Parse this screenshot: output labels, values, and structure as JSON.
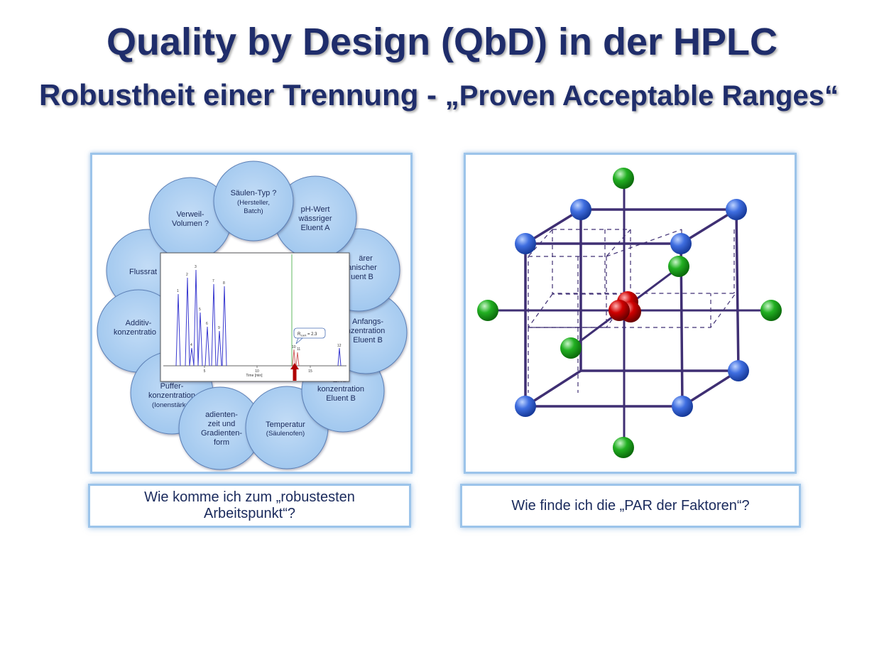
{
  "title": "Quality by Design (QbD) in der HPLC",
  "subtitle_main": "Robustheit einer Trennung - ",
  "subtitle_quote": "„Proven Acceptable Ranges“",
  "factor_circles": [
    {
      "lines": [
        "Säulen-Typ ?",
        "(Hersteller,",
        "Batch)"
      ]
    },
    {
      "lines": [
        "pH-Wert",
        "wässriger",
        "Eluent A"
      ]
    },
    {
      "lines": [
        "ärer",
        "anischer",
        "uent B"
      ]
    },
    {
      "lines": [
        "Anfangs-",
        "nzentration",
        "Eluent B"
      ]
    },
    {
      "lines": [
        "End-",
        "konzentration",
        "Eluent B"
      ]
    },
    {
      "lines": [
        "Temperatur",
        "(Säulenofen)"
      ]
    },
    {
      "lines": [
        "adienten-",
        "zeit und",
        "Gradienten-",
        "form"
      ]
    },
    {
      "lines": [
        "Puffer-",
        "konzentration",
        "(Ionenstärke)"
      ]
    },
    {
      "lines": [
        "Additiv-",
        "konzentratio"
      ]
    },
    {
      "lines": [
        "Flussrat"
      ]
    },
    {
      "lines": [
        "Verweil-",
        "Volumen ?"
      ]
    }
  ],
  "chromatogram": {
    "peak_labels": [
      "1",
      "2",
      "3",
      "4",
      "5",
      "6",
      "7",
      "8",
      "9",
      "10",
      "11",
      "12"
    ],
    "x_ticks": [
      "5",
      "10",
      "15"
    ],
    "x_axis_label": "Time [min]",
    "resolution_label": "R",
    "resolution_sub": "S,krit",
    "resolution_value": " = 2.3"
  },
  "caption_left": "Wie komme ich zum „robustesten Arbeitspunkt“?",
  "caption_right": "Wie finde ich die „PAR der Faktoren“?",
  "colors": {
    "title": "#1f2d6b",
    "circle_fill": "#a9cdf0",
    "cube_edge": "#3f2f73",
    "blue_sphere": "#2f5fd0",
    "green_sphere": "#1ea01e",
    "red_sphere": "#c00000",
    "panel_border": "#9cc4ea"
  }
}
